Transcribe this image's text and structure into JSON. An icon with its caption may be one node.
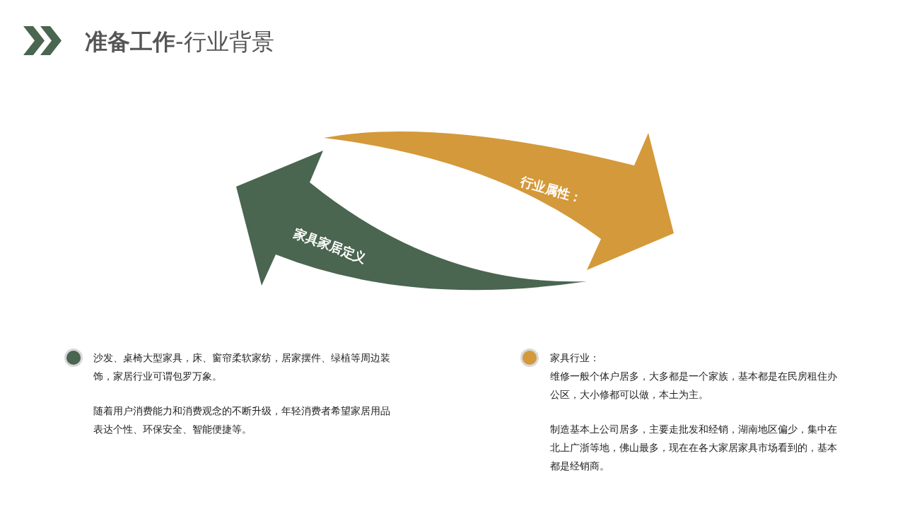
{
  "diagram": {
    "title": "**准备工作**-行业背景",
    "nodes": [
      {
        "text": [
          "行业属性："
        ]
      },
      {
        "text": [
          "家具家居定义"
        ]
      }
    ],
    "edges": [],
    "labels": [
      "沙发、桌椅大型家具，床、窗帘柔软家纺，居家摆件、绿植等周边装饰，家居行业可谓包罗万象。",
      "随着用户消费能力和消费观念的不断升级，年轻消费者希望家居用品表达个性、环保安全、智能便捷等。",
      "家具行业：",
      "维修一般个体户居多，大多都是一个家族，基本都是在民房租住办公区，大小修都可以做，本土为主。",
      "制造基本上公司居多，主要走批发和经销，湖南地区偏少，集中在北上广浙等地，佛山最多，现在在各大家居家具市场看到的，基本都是经销商。"
    ]
  }
}
